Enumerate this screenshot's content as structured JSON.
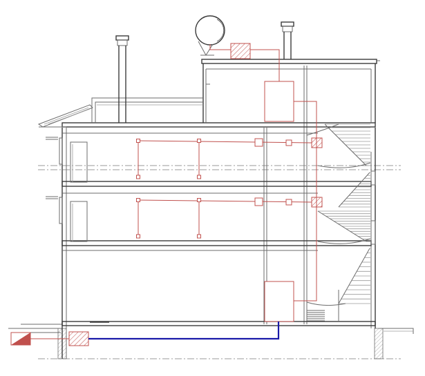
{
  "drawing": {
    "type": "building-section",
    "colors": {
      "structure": "#6b6b6b",
      "heating_pipes": "#c0504d",
      "supply_line": "#1a1aa8",
      "background": "#ffffff"
    },
    "elements": {
      "solar_tank": "solar-water-tank",
      "floors": 3,
      "radiator_branches_per_floor": 3,
      "chimneys": 2,
      "staircase": "spiral"
    }
  }
}
